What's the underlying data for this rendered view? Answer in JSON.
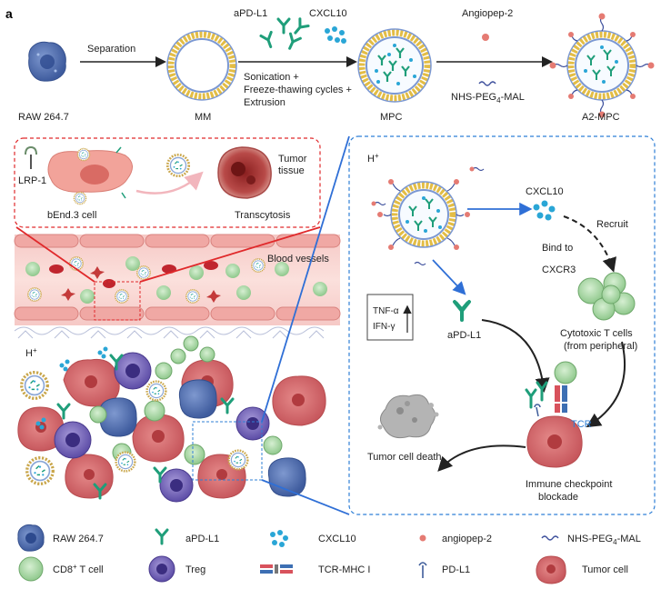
{
  "panel_label": "a",
  "top_row": {
    "raw_label": "RAW 264.7",
    "separation": "Separation",
    "mm_label": "MM",
    "apdl1": "aPD-L1",
    "cxcl10": "CXCL10",
    "process_line1": "Sonication +",
    "process_line2": "Freeze-thawing cycles +",
    "process_line3": "Extrusion",
    "mpc_label": "MPC",
    "angiopep": "Angiopep-2",
    "nhs_prefix": "NHS-PEG",
    "nhs_sub": "4",
    "nhs_suffix": "-MAL",
    "a2mpc_label": "A2-MPC"
  },
  "bbb_box": {
    "lrp1": "LRP-1",
    "bend": "bEnd.3 cell",
    "tumor_line1": "Tumor",
    "tumor_line2": "tissue",
    "transcytosis": "Transcytosis"
  },
  "vessel": {
    "blood_vessels": "Blood vessels",
    "hplus": "H",
    "hplus_sup": "+"
  },
  "mechanism": {
    "hplus": "H",
    "hplus_sup": "+",
    "cxcl10": "CXCL10",
    "recruit": "Recruit",
    "bind_line1": "Bind to",
    "bind_line2": "CXCR3",
    "tnf": "TNF-α",
    "ifn": "IFN-γ",
    "apdl1": "aPD-L1",
    "ctl_line1": "Cytotoxic T cells",
    "ctl_line2": "(from peripheral)",
    "tcr": "TCR",
    "death": "Tumor cell death",
    "icb_line1": "Immune checkpoint",
    "icb_line2": "blockade"
  },
  "legend": [
    {
      "label": "RAW 264.7"
    },
    {
      "label": "aPD-L1"
    },
    {
      "label": "CXCL10"
    },
    {
      "label": "angiopep-2"
    },
    {
      "label_prefix": "NHS-PEG",
      "label_sub": "4",
      "label_suffix": "-MAL"
    },
    {
      "label_prefix": "CD8",
      "label_sup": "+",
      "label_suffix": " T cell"
    },
    {
      "label": "Treg"
    },
    {
      "label": "TCR-MHC I"
    },
    {
      "label": "PD-L1"
    },
    {
      "label": "Tumor cell"
    }
  ],
  "colors": {
    "macrophage": "#4f6fae",
    "antibody": "#1f9e7a",
    "cxcl10": "#2aa6d6",
    "angiopep": "#e57b73",
    "peg": "#3d4f9c",
    "tcell": "#a9d8a4",
    "treg": "#7a6abf",
    "tumor": "#d4686b",
    "red_box": "#e0292b",
    "blue_box": "#2f7fd6"
  }
}
